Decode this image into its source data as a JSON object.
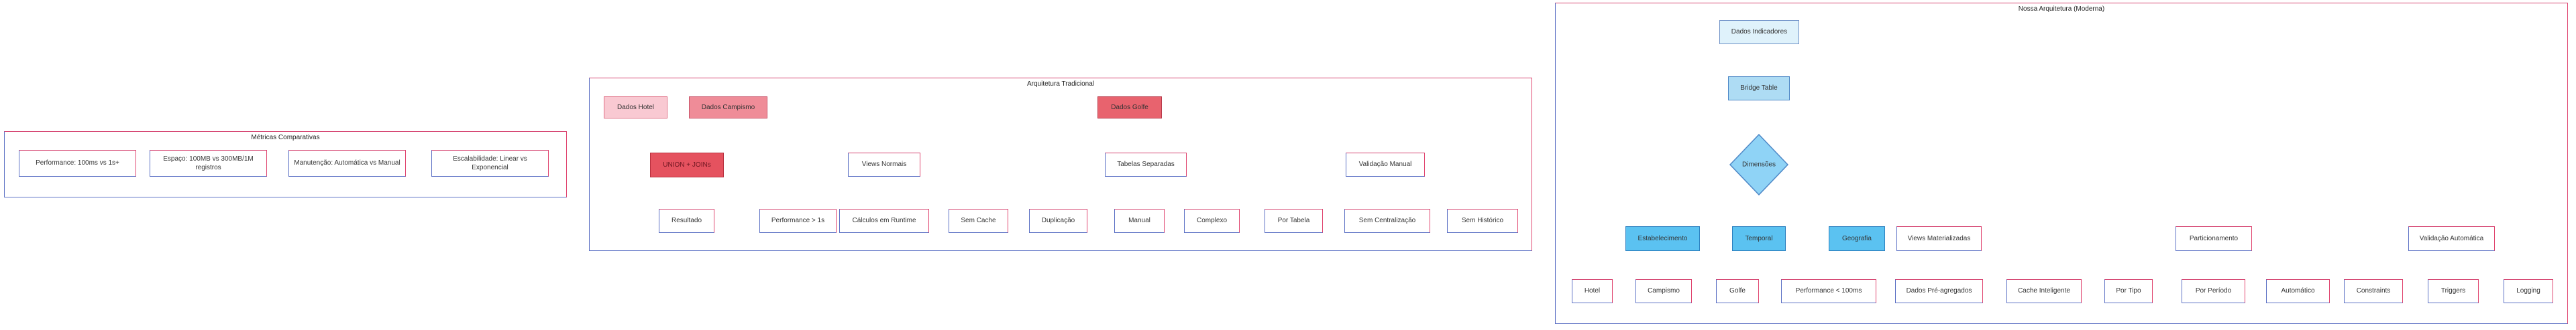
{
  "metricas": {
    "title": "Métricas Comparativas",
    "items": [
      "Performance: 100ms vs 1s+",
      "Espaço: 100MB vs 300MB/1M registros",
      "Manutenção: Automática vs Manual",
      "Escalabilidade: Linear vs Exponencial"
    ]
  },
  "tradicional": {
    "title": "Arquitetura Tradicional",
    "sources": [
      "Dados Hotel",
      "Dados Campismo",
      "Dados Golfe"
    ],
    "union": "UNION + JOINs",
    "result": "Resultado",
    "views": "Views Normais",
    "views_children": [
      "Performance > 1s",
      "Cálculos em Runtime",
      "Sem Cache"
    ],
    "tables": "Tabelas Separadas",
    "tables_children": [
      "Duplicação",
      "Manual",
      "Complexo"
    ],
    "validation": "Validação Manual",
    "validation_children": [
      "Por Tabela",
      "Sem Centralização",
      "Sem Histórico"
    ]
  },
  "moderna": {
    "title": "Nossa Arquitetura (Moderna)",
    "indicators": "Dados Indicadores",
    "bridge": "Bridge Table",
    "dimensions": "Dimensões",
    "estab": "Estabelecimento",
    "temporal": "Temporal",
    "geo": "Geografia",
    "estab_children": [
      "Hotel",
      "Campismo",
      "Golfe"
    ],
    "matviews": "Views Materializadas",
    "matviews_children": [
      "Performance < 100ms",
      "Dados Pré-agregados",
      "Cache Inteligente"
    ],
    "partition": "Particionamento",
    "partition_children": [
      "Por Tipo",
      "Por Período",
      "Automático"
    ],
    "autoval": "Validação Automática",
    "autoval_children": [
      "Constraints",
      "Triggers",
      "Logging"
    ]
  }
}
